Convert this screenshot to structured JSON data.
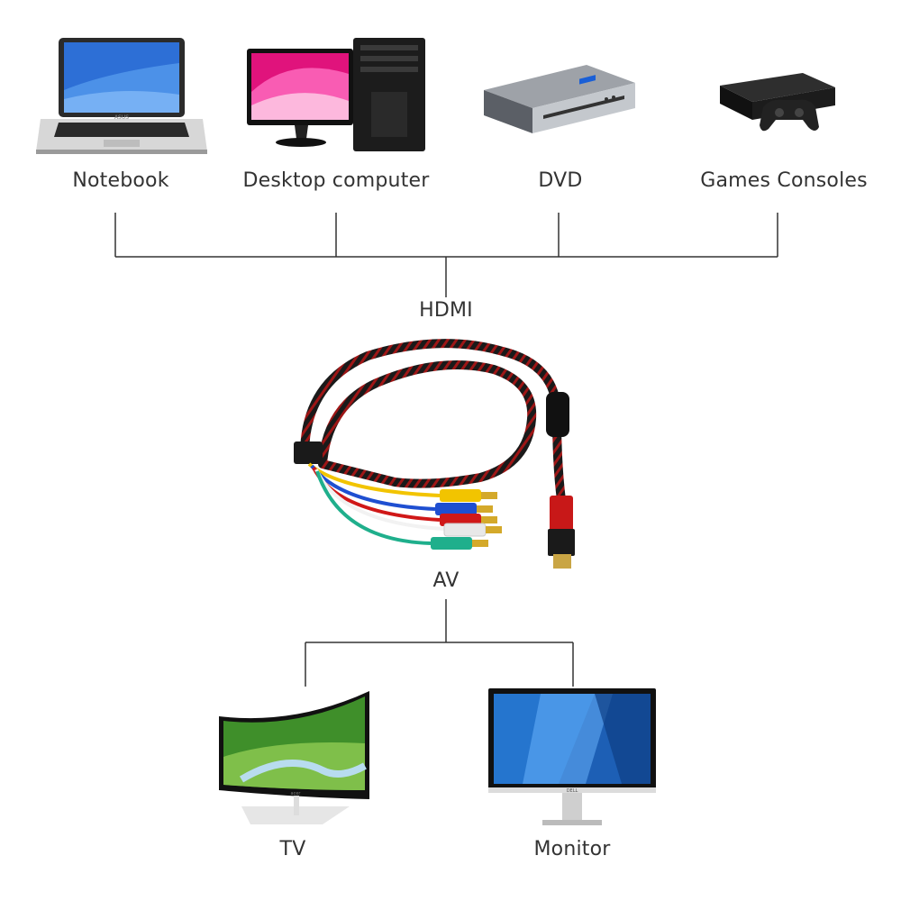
{
  "sources": [
    {
      "id": "notebook",
      "label": "Notebook",
      "brand": "ASUS"
    },
    {
      "id": "desktop",
      "label": "Desktop computer"
    },
    {
      "id": "dvd",
      "label": "DVD"
    },
    {
      "id": "console",
      "label": "Games Consoles"
    }
  ],
  "cable": {
    "input_label": "HDMI",
    "output_label": "AV",
    "rca_colors": [
      "#f2c400",
      "#1f4fd1",
      "#d01818",
      "#f2f2f2",
      "#1faf8c"
    ],
    "sheath_colors": [
      "#1a1a1a",
      "#b01a1a"
    ]
  },
  "outputs": [
    {
      "id": "tv",
      "label": "TV",
      "brand": "acer"
    },
    {
      "id": "monitor",
      "label": "Monitor",
      "brand": "DELL"
    }
  ],
  "line_color": "#333333"
}
